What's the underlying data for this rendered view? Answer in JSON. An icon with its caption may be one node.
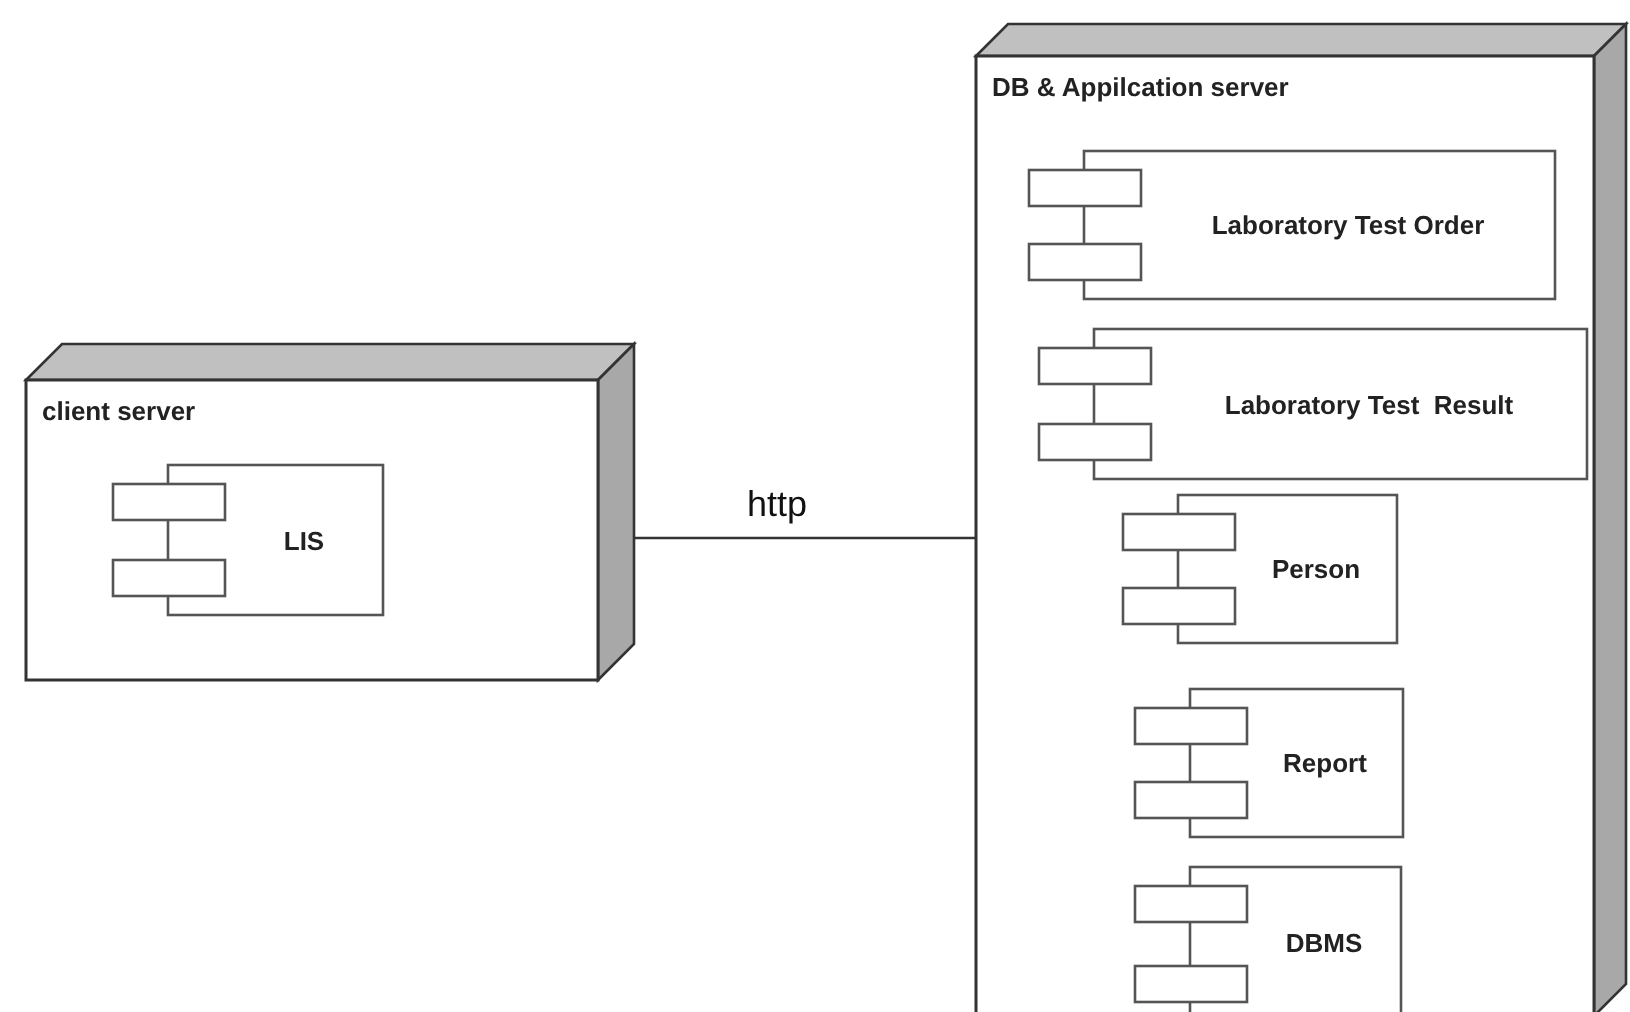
{
  "diagram": {
    "nodes": [
      {
        "text": [
          "client server"
        ]
      },
      {
        "text": [
          "LIS"
        ],
        "in": 0
      },
      {
        "text": [
          "DB & Appilcation server"
        ]
      },
      {
        "text": [
          "Laboratory Test Order"
        ],
        "in": 2
      },
      {
        "text": [
          "Laboratory Test  Result"
        ],
        "in": 2
      },
      {
        "text": [
          "Person"
        ],
        "in": 2
      },
      {
        "text": [
          "Report"
        ],
        "in": 2
      },
      {
        "text": [
          "DBMS"
        ],
        "in": 2
      }
    ],
    "edges": [
      {
        "from": 0,
        "to": 2,
        "arrow": "none",
        "label": "http"
      }
    ]
  }
}
